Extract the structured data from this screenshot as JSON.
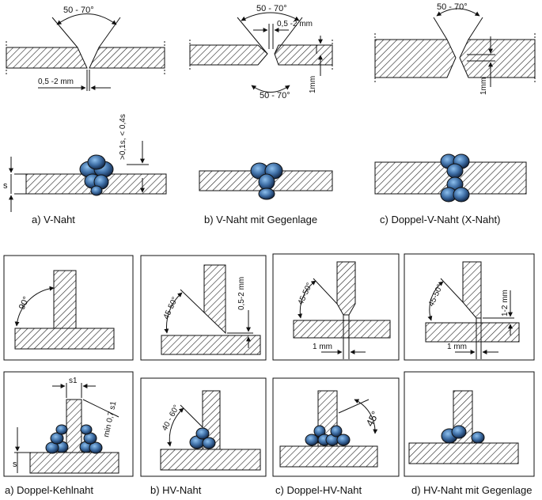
{
  "top": {
    "angle": "50 - 70°",
    "gap": "0,5 -2 mm",
    "land": "1mm",
    "reinforcement": ">0,1s, < 0,4s",
    "thickness": "s",
    "captions": [
      "a) V-Naht",
      "b) V-Naht mit Gegenlage",
      "c) Doppel-V-Naht (X-Naht)"
    ]
  },
  "bottom": {
    "tjoint_angle": "90°",
    "bevel_angle": "45-50°",
    "gap_range": "0,5-2 mm",
    "gap_1mm": "1 mm",
    "land_range": "1-2 mm",
    "s1": "s1",
    "min_throat": "min 0,7 s1",
    "s": "s",
    "angle_40_60": "40 - 60°",
    "angle_45": "45°",
    "captions": [
      "a) Doppel-Kehlnaht",
      "b) HV-Naht",
      "c) Doppel-HV-Naht",
      "d) HV-Naht mit Gegenlage"
    ]
  },
  "colors": {
    "bead_dark": "#1f3f6b",
    "bead_light": "#5f93c9",
    "line": "#111111"
  }
}
